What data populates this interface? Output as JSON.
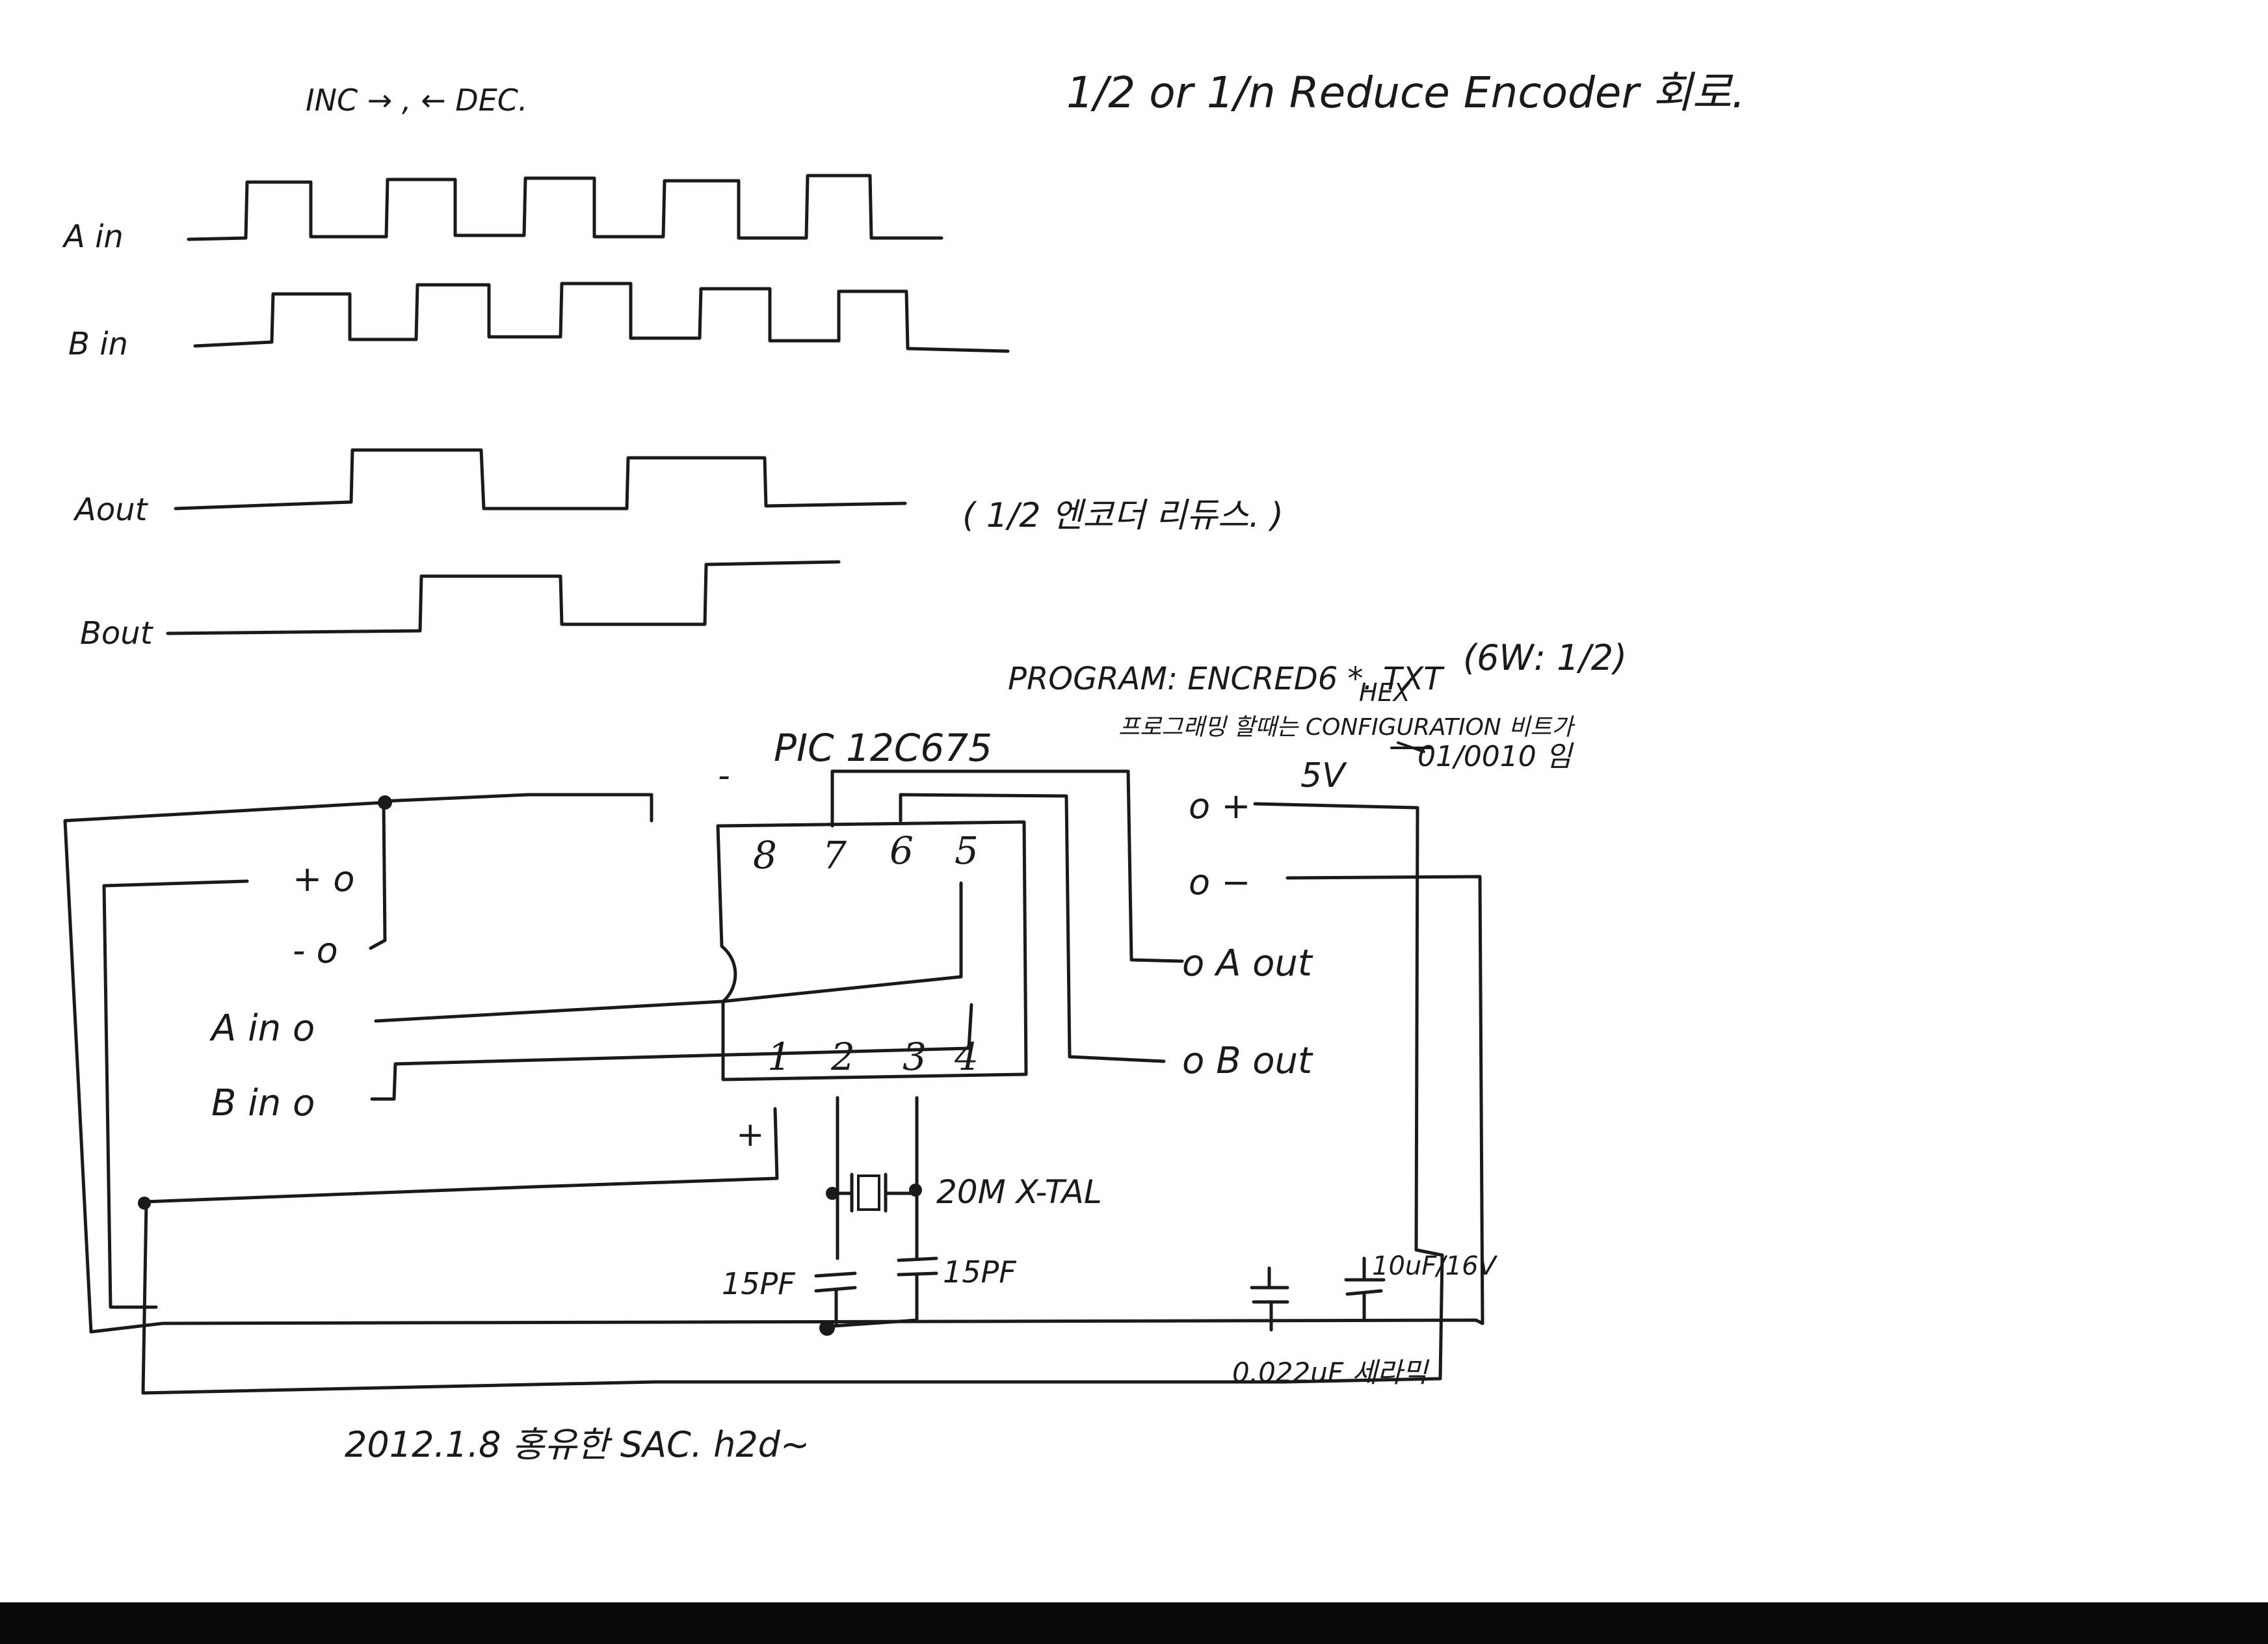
{
  "heading": {
    "direction_note": "INC → , ← DEC.",
    "title": "1/2 or 1/n Reduce Encoder 회로."
  },
  "timing": {
    "signals": [
      {
        "label": "A in",
        "pattern": [
          0,
          1,
          0,
          1,
          0,
          1,
          0,
          1,
          0,
          1,
          0
        ]
      },
      {
        "label": "B in",
        "pattern": [
          0,
          1,
          0,
          1,
          0,
          1,
          0,
          1,
          0,
          1,
          0
        ]
      },
      {
        "label": "Aout",
        "pattern": [
          0,
          1,
          0,
          1,
          0
        ]
      },
      {
        "label": "Bout",
        "pattern": [
          0,
          1,
          0,
          1
        ]
      }
    ],
    "note": "( 1/2 엔코더 리듀스. )"
  },
  "program": {
    "line1": "PROGRAM: ENCRED6 *. TXT",
    "line1b": "HEX",
    "line1_mode": "(6W: 1/2)",
    "line2": "프로그래밍 할때는 CONFIGURATION 비트가",
    "line3": "01/0010 임"
  },
  "chip": {
    "name": "PIC 12C675",
    "minus_mark": "-",
    "plus_mark": "+",
    "pins_top": [
      "8",
      "7",
      "6",
      "5"
    ],
    "pins_bottom": [
      "1",
      "2",
      "3",
      "4"
    ]
  },
  "left_terminals": [
    {
      "label": "+ o"
    },
    {
      "label": "- o"
    },
    {
      "label": "A in  o"
    },
    {
      "label": "B in  o"
    }
  ],
  "right_terminals": [
    {
      "label": "o +"
    },
    {
      "label": "o −"
    },
    {
      "label": "o A  out"
    },
    {
      "label": "o B  out"
    }
  ],
  "supply_label": "5V",
  "crystal": {
    "symbol": "─○|□|○─",
    "label": "20M  X-TAL"
  },
  "caps": {
    "c1": "15PF",
    "c2": "15PF",
    "c3": "10uF/16V",
    "c4_label": "0.022uF 세라믹"
  },
  "signature": "2012.1.8  홍유한  SAC. h2d~"
}
